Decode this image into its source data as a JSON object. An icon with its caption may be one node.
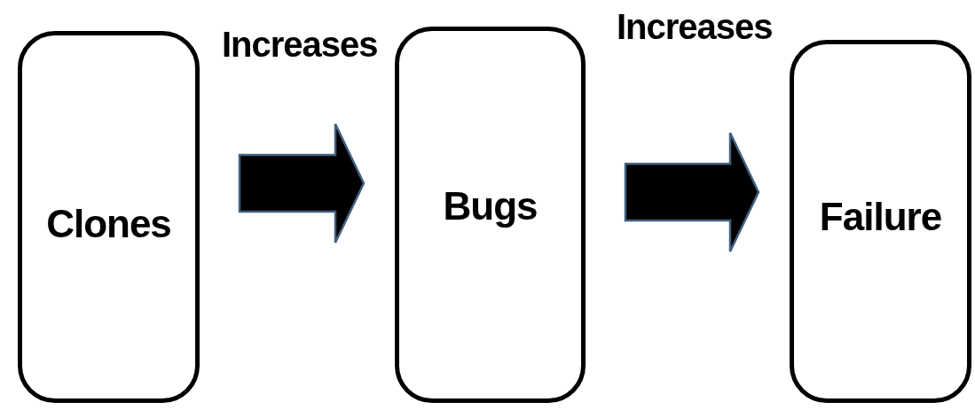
{
  "diagram": {
    "nodes": [
      {
        "text": [
          "Clones"
        ]
      },
      {
        "text": [
          "Bugs"
        ]
      },
      {
        "text": [
          "Failure"
        ]
      }
    ],
    "edges": [
      {
        "from": 0,
        "to": 1,
        "arrow": "to",
        "label": "Increases"
      },
      {
        "from": 1,
        "to": 2,
        "arrow": "to",
        "label": "Increases"
      }
    ]
  }
}
